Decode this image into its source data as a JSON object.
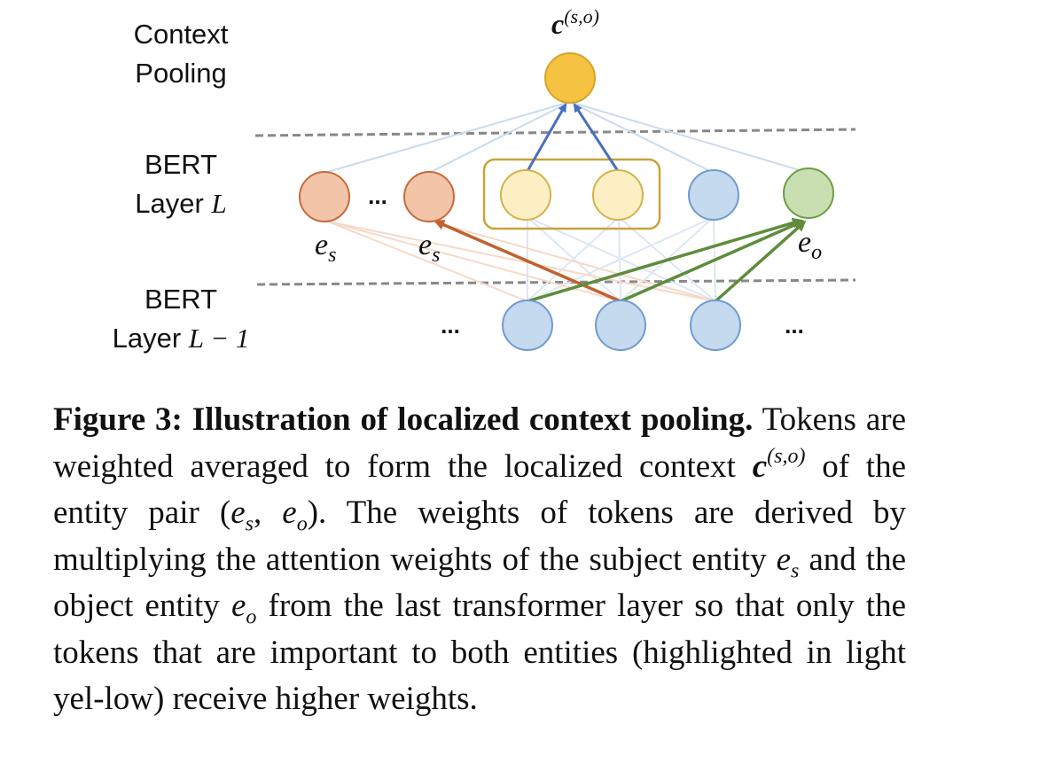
{
  "figure": {
    "row_labels": {
      "context_pooling": [
        "Context",
        "Pooling"
      ],
      "bert_layer_l": [
        "BERT",
        "Layer "
      ],
      "bert_layer_l_var": "L",
      "bert_layer_l1": [
        "BERT",
        "Layer "
      ],
      "bert_layer_l1_var": "L − 1"
    },
    "pooled_label": {
      "base": "c",
      "sup": "(s,o)"
    },
    "ellipsis": "...",
    "node_labels": {
      "es_1": {
        "base": "e",
        "sub": "s"
      },
      "es_2": {
        "base": "e",
        "sub": "s"
      },
      "eo": {
        "base": "e",
        "sub": "o"
      }
    },
    "colors": {
      "pooled_node": "#f5c242",
      "subject_node": "#f2c4a8",
      "subject_stroke": "#c9693a",
      "highlight_node": "#fcefc4",
      "highlight_box": "#c8a33a",
      "token_node": "#c5d9ef",
      "token_stroke": "#6f9cd0",
      "object_node": "#c9dfb2",
      "object_stroke": "#6e9d45",
      "subject_arrow": "#c0622e",
      "object_arrow": "#5e8c3c",
      "pool_arrow": "#4a6fbf",
      "divider": "#888888"
    }
  },
  "caption": {
    "title": "Figure 3: Illustration of localized context pooling.",
    "t1": " Tokens are weighted averaged to form the localized context ",
    "c_base": "c",
    "c_sup": "(s,o)",
    "t2": " of the entity pair (",
    "es_base": "e",
    "es_sub": "s",
    "comma": ", ",
    "eo_base": "e",
    "eo_sub": "o",
    "t3": "). The weights of tokens are derived by multiplying the attention weights of the subject entity ",
    "es2_base": "e",
    "es2_sub": "s",
    "t4": " and the object entity ",
    "eo2_base": "e",
    "eo2_sub": "o",
    "t5": " from the last transformer layer so that only the tokens that are important to both entities (highlighted in light yel-­low) receive higher weights."
  }
}
